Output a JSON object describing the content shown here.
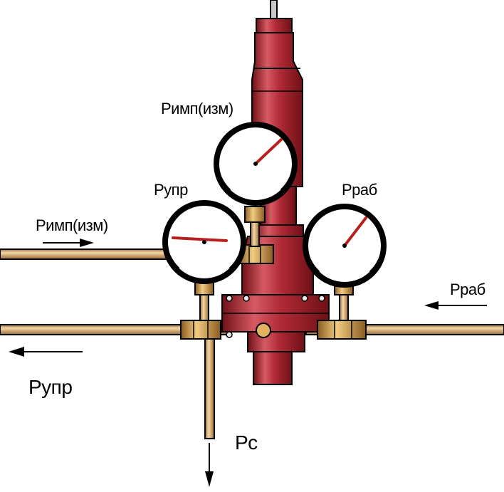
{
  "labels": {
    "gauge_top": "Римп(изм)",
    "gauge_left": "Рупр",
    "gauge_right": "Рраб",
    "inlet_left": "Римп(изм)",
    "inlet_right": "Рраб",
    "outlet_left": "Рупр",
    "drain_bottom": "Рс"
  },
  "colors": {
    "body": "#b02a36",
    "body_light": "#d65a64",
    "body_dark": "#6e1016",
    "tube": "#e8c08a",
    "tube_dark": "#9a6a30",
    "fitting": "#e2b462",
    "needle": "#b82020"
  },
  "gauges": {
    "top_reading": 0.78,
    "left_reading": 0.52,
    "right_reading": 0.72
  }
}
